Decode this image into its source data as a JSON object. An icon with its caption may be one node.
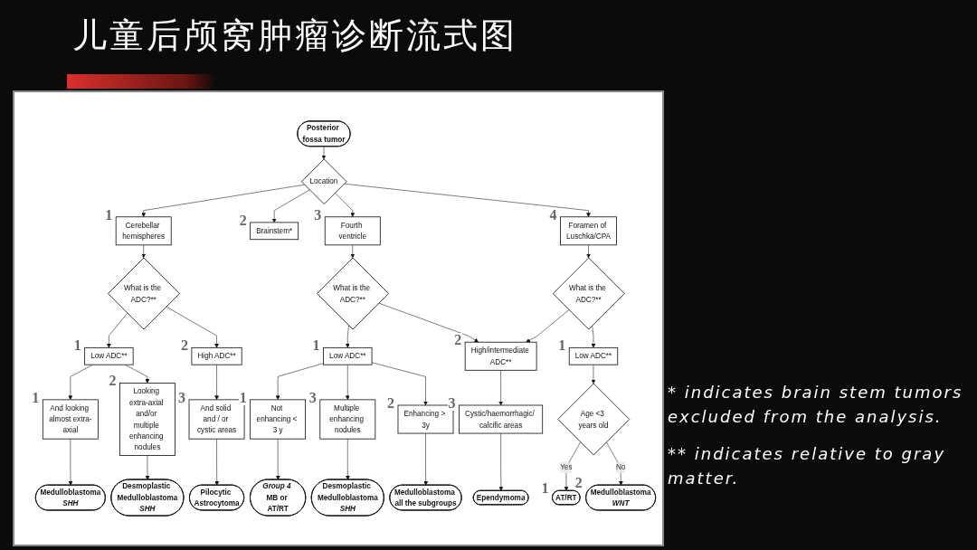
{
  "diagram": {
    "title": "儿童后颅窝肿瘤诊断流式图",
    "nodes": [
      {
        "text": [
          "Posterior fossa tumor"
        ]
      },
      {
        "text": [
          "Location"
        ]
      },
      {
        "text": [
          "Cerebellar hemispheres"
        ],
        "beside": [
          "1"
        ]
      },
      {
        "text": [
          "Brainstem*"
        ],
        "beside": [
          "2"
        ]
      },
      {
        "text": [
          "Fourth ventricle"
        ],
        "beside": [
          "3"
        ]
      },
      {
        "text": [
          "Foramen of Luschka/CPA"
        ],
        "beside": [
          "4"
        ]
      },
      {
        "text": [
          "What is the ADC?**"
        ]
      },
      {
        "text": [
          "What is the ADC?**"
        ]
      },
      {
        "text": [
          "What is the ADC?**"
        ]
      },
      {
        "text": [
          "Low ADC**"
        ],
        "beside": [
          "1"
        ]
      },
      {
        "text": [
          "High ADC**"
        ],
        "beside": [
          "2"
        ]
      },
      {
        "text": [
          "Low ADC**"
        ],
        "beside": [
          "1"
        ]
      },
      {
        "text": [
          "High/intermediate ADC**"
        ],
        "beside": [
          "2"
        ]
      },
      {
        "text": [
          "Low ADC**"
        ],
        "beside": [
          "1"
        ]
      },
      {
        "text": [
          "And looking almost extra-axial"
        ],
        "beside": [
          "1"
        ]
      },
      {
        "text": [
          "Looking extra-axial and/or multiple enhancing nodules"
        ],
        "beside": [
          "2"
        ]
      },
      {
        "text": [
          "And solid and / or cystic areas"
        ],
        "beside": [
          "3"
        ]
      },
      {
        "text": [
          "Not enhancing < 3 y"
        ],
        "beside": [
          "1"
        ]
      },
      {
        "text": [
          "Enhancing > 3y"
        ],
        "beside": [
          "2"
        ]
      },
      {
        "text": [
          "Multiple enhancing nodules"
        ],
        "beside": [
          "3"
        ]
      },
      {
        "text": [
          "Cystic/haemorrhagic/ calcific areas"
        ],
        "beside": [
          "3"
        ]
      },
      {
        "text": [
          "Age <3 years old"
        ]
      },
      {
        "text": [
          "Medulloblastoma",
          "SHH"
        ]
      },
      {
        "text": [
          "Desmoplastic Medulloblastoma",
          "SHH"
        ]
      },
      {
        "text": [
          "Pilocytic Astrocytoma"
        ]
      },
      {
        "text": [
          "*Group 4* MB or AT/RT"
        ]
      },
      {
        "text": [
          "Desmoplastic Medulloblastoma",
          "SHH"
        ]
      },
      {
        "text": [
          "Medulloblastoma all the subgroups"
        ]
      },
      {
        "text": [
          "Ependymoma"
        ]
      },
      {
        "text": [
          "AT/RT"
        ],
        "beside": [
          "1"
        ]
      },
      {
        "text": [
          "Medulloblastoma",
          "WNT"
        ],
        "beside": [
          "2"
        ]
      }
    ],
    "edges": [
      {
        "from": 0,
        "to": 1,
        "arrow": "to"
      },
      {
        "from": 1,
        "to": 2,
        "arrow": "to"
      },
      {
        "from": 1,
        "to": 3,
        "arrow": "to"
      },
      {
        "from": 1,
        "to": 4,
        "arrow": "to"
      },
      {
        "from": 1,
        "to": 5,
        "arrow": "to"
      },
      {
        "from": 2,
        "to": 6,
        "arrow": "to"
      },
      {
        "from": 4,
        "to": 7,
        "arrow": "to"
      },
      {
        "from": 5,
        "to": 8,
        "arrow": "to"
      },
      {
        "from": 6,
        "to": 9,
        "arrow": "to"
      },
      {
        "from": 6,
        "to": 10,
        "arrow": "to"
      },
      {
        "from": 7,
        "to": 11,
        "arrow": "to"
      },
      {
        "from": 7,
        "to": 12,
        "arrow": "to"
      },
      {
        "from": 8,
        "to": 12,
        "arrow": "to"
      },
      {
        "from": 8,
        "to": 13,
        "arrow": "to"
      },
      {
        "from": 9,
        "to": 14,
        "arrow": "to"
      },
      {
        "from": 9,
        "to": 15,
        "arrow": "to"
      },
      {
        "from": 10,
        "to": 16,
        "arrow": "to"
      },
      {
        "from": 11,
        "to": 17,
        "arrow": "to"
      },
      {
        "from": 11,
        "to": 19,
        "arrow": "to"
      },
      {
        "from": 11,
        "to": 18,
        "arrow": "to"
      },
      {
        "from": 12,
        "to": 20,
        "arrow": "to"
      },
      {
        "from": 13,
        "to": 21,
        "arrow": "to"
      },
      {
        "from": 14,
        "to": 22,
        "arrow": "to"
      },
      {
        "from": 15,
        "to": 23,
        "arrow": "to"
      },
      {
        "from": 16,
        "to": 24,
        "arrow": "to"
      },
      {
        "from": 17,
        "to": 25,
        "arrow": "to"
      },
      {
        "from": 19,
        "to": 26,
        "arrow": "to"
      },
      {
        "from": 18,
        "to": 27,
        "arrow": "to"
      },
      {
        "from": 20,
        "to": 28,
        "arrow": "to"
      },
      {
        "from": 21,
        "to": 29,
        "label": "Yes",
        "arrow": "to"
      },
      {
        "from": 21,
        "to": 30,
        "label": "No",
        "arrow": "to"
      }
    ],
    "labels": [
      "* indicates brain stem tumors excluded from the analysis.",
      "** indicates relative to gray matter."
    ]
  }
}
